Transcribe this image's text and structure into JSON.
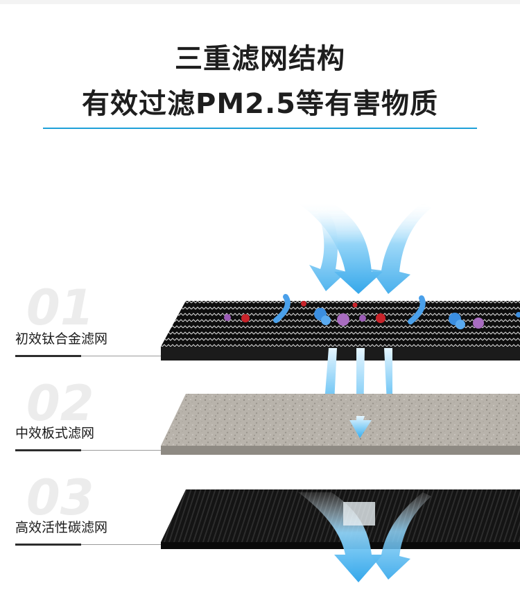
{
  "heading": {
    "line1": "三重滤网结构",
    "line2": "有效过滤PM2.5等有害物质"
  },
  "layers": [
    {
      "number": "01",
      "label": "初效钛合金滤网"
    },
    {
      "number": "02",
      "label": "中效板式滤网"
    },
    {
      "number": "03",
      "label": "高效活性碳滤网"
    }
  ],
  "colors": {
    "accent_rule": "#1ea0d8",
    "arrow_blue": "#3db1ee",
    "mesh_black": "#111111",
    "board_grey": "#b5b0a8",
    "carbon_black": "#151515"
  }
}
